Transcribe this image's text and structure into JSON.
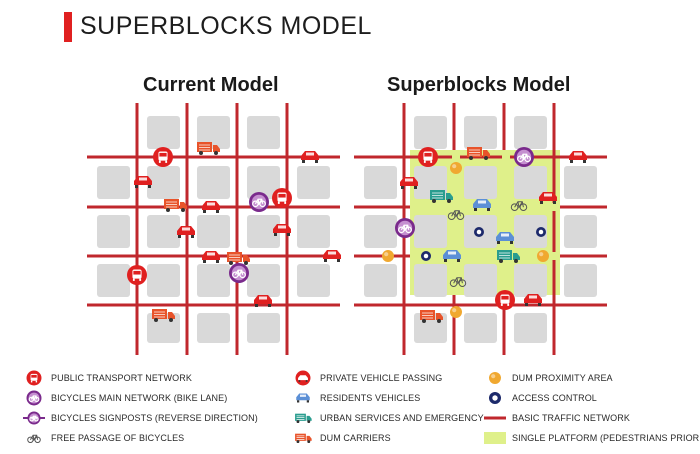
{
  "header": {
    "title": "SUPERBLOCKS MODEL"
  },
  "models": {
    "current": {
      "title": "Current Model"
    },
    "superblocks": {
      "title": "Superblocks Model"
    }
  },
  "colors": {
    "accent_red": "#e02020",
    "road": "#c0272d",
    "block": "#d9d9d9",
    "platform": "#dff08a",
    "bike_purple": "#7a2a8c",
    "bike_ring": "#c58fd0",
    "van_teal": "#2a9d8f",
    "car_blue": "#5b8fd6",
    "truck_orange": "#e8532a",
    "proximity_orange": "#f0a830",
    "access_navy": "#1d2a6b"
  },
  "legend": [
    {
      "icon": "public-transport-icon",
      "label": "PUBLIC TRANSPORT NETWORK"
    },
    {
      "icon": "bicycle-main-network-icon",
      "label": "BICYCLES MAIN NETWORK (BIKE LANE)"
    },
    {
      "icon": "bicycle-signposts-icon",
      "label": "BICYCLES SIGNPOSTS (REVERSE DIRECTION)"
    },
    {
      "icon": "free-bicycle-icon",
      "label": "FREE PASSAGE OF BICYCLES"
    },
    {
      "icon": "private-vehicle-icon",
      "label": "PRIVATE VEHICLE PASSING"
    },
    {
      "icon": "residents-vehicle-icon",
      "label": "RESIDENTS VEHICLES"
    },
    {
      "icon": "urban-services-icon",
      "label": "URBAN SERVICES AND EMERGENCY"
    },
    {
      "icon": "dum-carriers-icon",
      "label": "DUM CARRIERS"
    },
    {
      "icon": "dum-proximity-icon",
      "label": "DUM PROXIMITY AREA"
    },
    {
      "icon": "access-control-icon",
      "label": "ACCESS CONTROL"
    },
    {
      "icon": "basic-traffic-network-icon",
      "label": "BASIC TRAFFIC NETWORK"
    },
    {
      "icon": "single-platform-icon",
      "label": "SINGLE PLATFORM (PEDESTRIANS PRIORITY)"
    }
  ]
}
